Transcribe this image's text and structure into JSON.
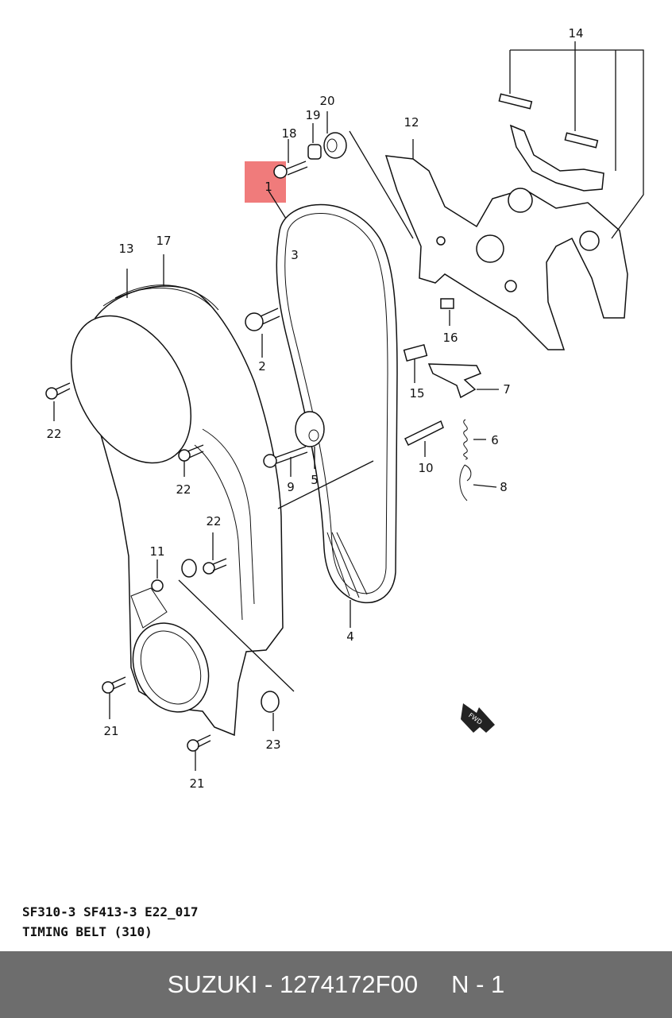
{
  "highlight_color": "#f07b7b",
  "footer_color": "#6d6d6d",
  "callouts": [
    {
      "id": "1",
      "label": "1"
    },
    {
      "id": "2",
      "label": "2"
    },
    {
      "id": "3",
      "label": "3"
    },
    {
      "id": "4",
      "label": "4"
    },
    {
      "id": "5",
      "label": "5"
    },
    {
      "id": "6",
      "label": "6"
    },
    {
      "id": "7",
      "label": "7"
    },
    {
      "id": "8",
      "label": "8"
    },
    {
      "id": "9",
      "label": "9"
    },
    {
      "id": "10",
      "label": "10"
    },
    {
      "id": "11",
      "label": "11"
    },
    {
      "id": "12",
      "label": "12"
    },
    {
      "id": "13",
      "label": "13"
    },
    {
      "id": "14",
      "label": "14"
    },
    {
      "id": "15",
      "label": "15"
    },
    {
      "id": "16",
      "label": "16"
    },
    {
      "id": "17",
      "label": "17"
    },
    {
      "id": "18",
      "label": "18"
    },
    {
      "id": "19",
      "label": "19"
    },
    {
      "id": "20",
      "label": "20"
    },
    {
      "id": "21a",
      "label": "21"
    },
    {
      "id": "21b",
      "label": "21"
    },
    {
      "id": "22a",
      "label": "22"
    },
    {
      "id": "22b",
      "label": "22"
    },
    {
      "id": "22c",
      "label": "22"
    },
    {
      "id": "23",
      "label": "23"
    }
  ],
  "fwd_label": "FWD",
  "caption": {
    "line1": "SF310-3 SF413-3 E22_017",
    "line2": "TIMING BELT (310)"
  },
  "footer": {
    "brand_part": "SUZUKI - 1274172F00",
    "quantity": "N - 1"
  }
}
